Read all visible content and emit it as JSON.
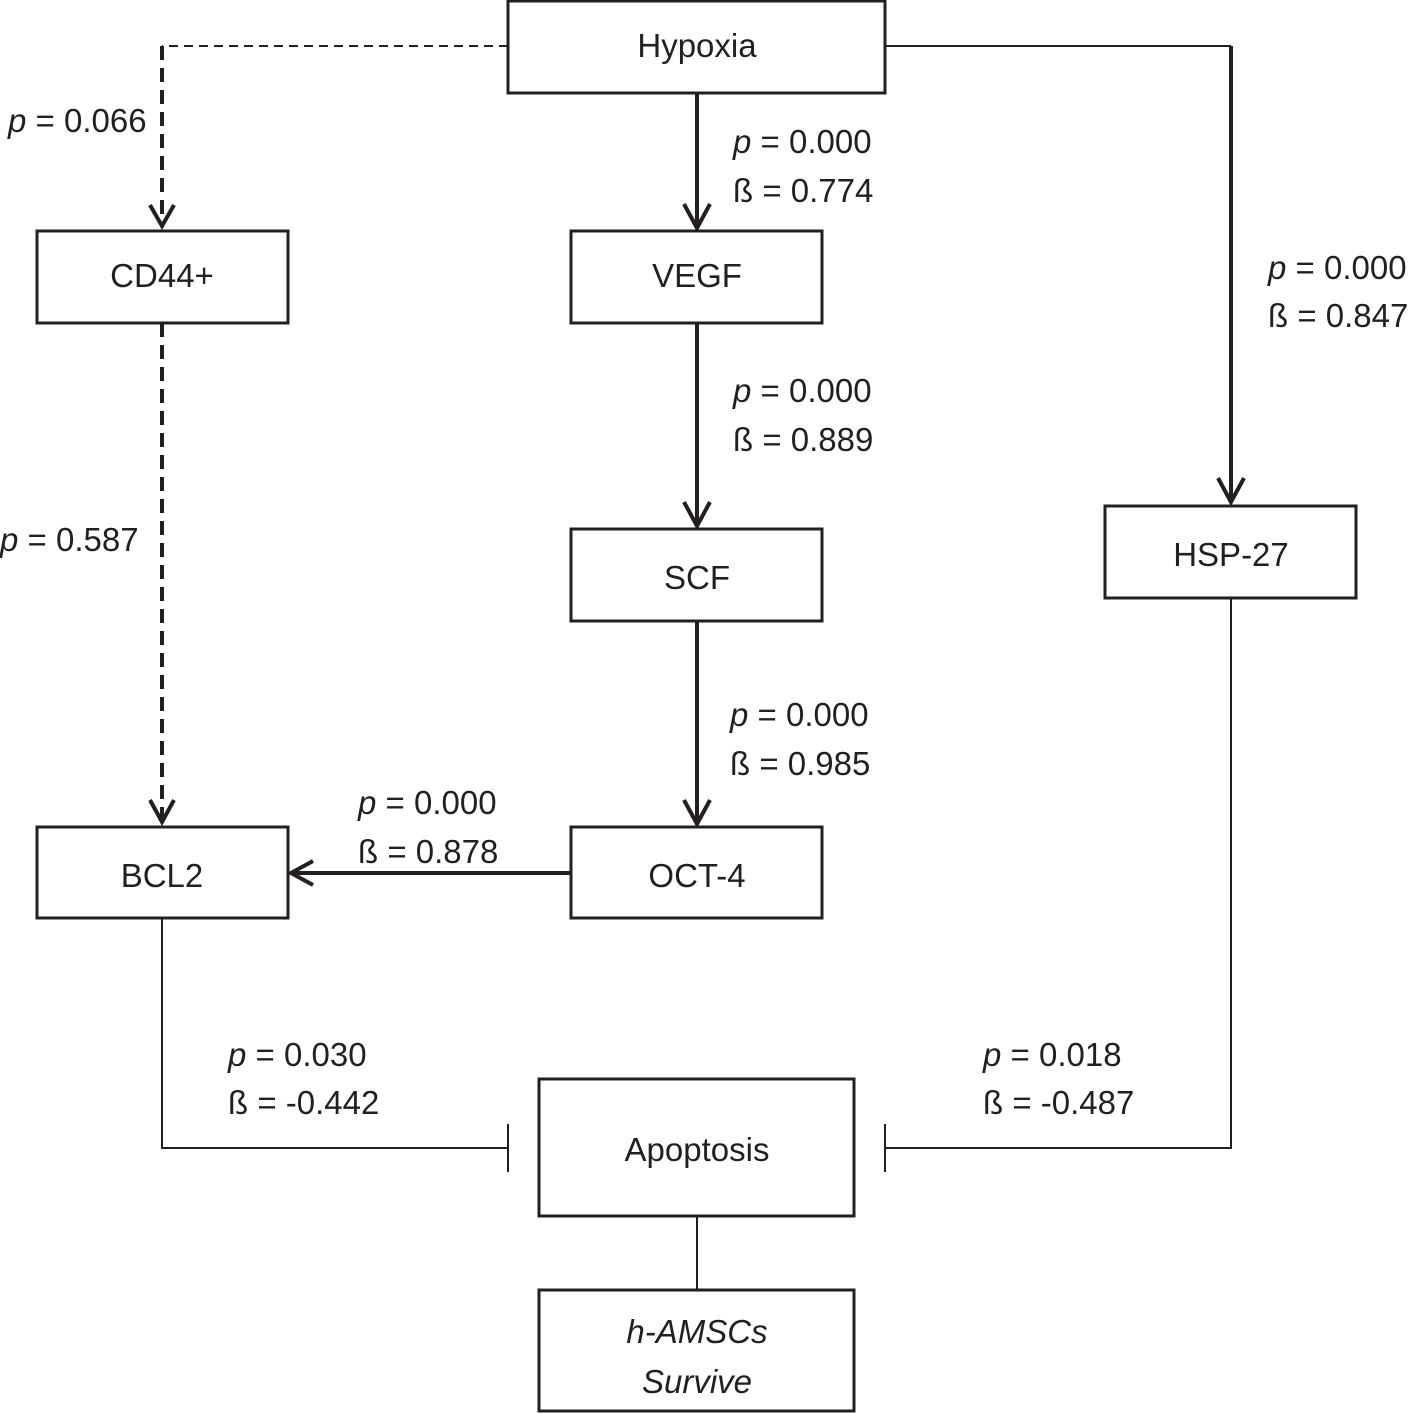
{
  "nodes": {
    "hypoxia": "Hypoxia",
    "cd44": "CD44+",
    "vegf": "VEGF",
    "scf": "SCF",
    "oct4": "OCT-4",
    "bcl2": "BCL2",
    "hsp27": "HSP-27",
    "apoptosis": "Apoptosis",
    "survive_line1": "h-AMSCs",
    "survive_line2": "Survive"
  },
  "edges": {
    "hypoxia_cd44": {
      "p_sym": "p",
      "p_val": " = 0.066",
      "style": "dashed"
    },
    "cd44_bcl2": {
      "p_sym": "p",
      "p_val": " = 0.587",
      "style": "dashed"
    },
    "hypoxia_vegf": {
      "p_sym": "p",
      "p_val": " = 0.000",
      "beta": "ß = 0.774",
      "style": "solid"
    },
    "vegf_scf": {
      "p_sym": "p",
      "p_val": " = 0.000",
      "beta": "ß = 0.889",
      "style": "solid"
    },
    "scf_oct4": {
      "p_sym": "p",
      "p_val": " = 0.000",
      "beta": "ß = 0.985",
      "style": "solid"
    },
    "oct4_bcl2": {
      "p_sym": "p",
      "p_val": " = 0.000",
      "beta": "ß = 0.878",
      "style": "solid"
    },
    "hypoxia_hsp27": {
      "p_sym": "p",
      "p_val": " = 0.000",
      "beta": "ß = 0.847",
      "style": "solid"
    },
    "bcl2_apoptosis": {
      "p_sym": "p",
      "p_val": " = 0.030",
      "beta": "ß = -0.442",
      "style": "inhibit"
    },
    "hsp27_apoptosis": {
      "p_sym": "p",
      "p_val": " = 0.018",
      "beta": "ß = -0.487",
      "style": "inhibit"
    }
  },
  "colors": {
    "ink": "#231f20",
    "background": "#ffffff"
  }
}
